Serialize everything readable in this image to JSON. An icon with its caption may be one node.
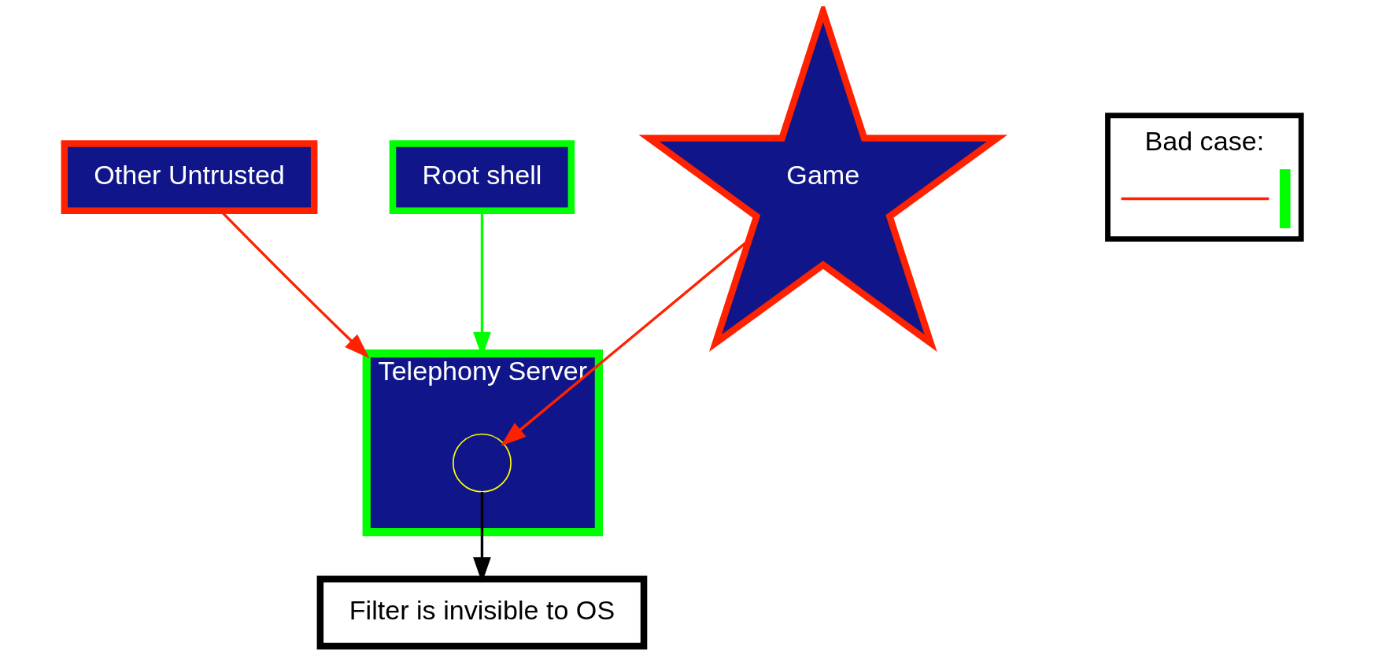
{
  "diagram": {
    "nodes": [
      {
        "text": [
          "Other Untrusted"
        ]
      },
      {
        "text": [
          "Telephony Server"
        ]
      },
      {
        "text": [],
        "shape": "circle",
        "in": 1
      },
      {
        "text": [
          "Root shell"
        ]
      },
      {
        "text": [
          "Filter is invisible to OS"
        ]
      },
      {
        "text": [
          "Game"
        ]
      }
    ],
    "edges": [
      {
        "from": 0,
        "to": 1,
        "arrow": "to",
        "color": "#ff2200"
      },
      {
        "from": 3,
        "to": 1,
        "arrow": "to",
        "color": "#00ff00"
      },
      {
        "from": 2,
        "to": 4,
        "arrow": "to",
        "color": "#000000"
      },
      {
        "from": 5,
        "to": 2,
        "arrow": "to",
        "color": "#ff2200"
      }
    ],
    "legend": [
      {
        "text": "Bad case:"
      }
    ]
  }
}
